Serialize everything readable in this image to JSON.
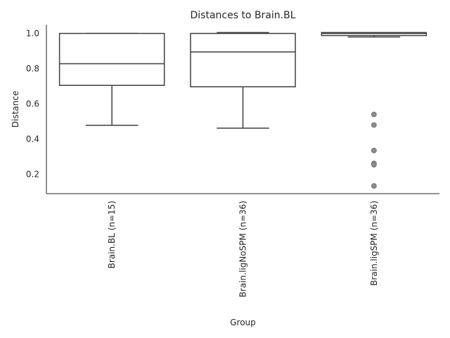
{
  "chart_data": {
    "type": "box",
    "title": "Distances to Brain.BL",
    "xlabel": "Group",
    "ylabel": "Distance",
    "ylim": [
      0.09,
      1.05
    ],
    "yticks": [
      0.2,
      0.4,
      0.6,
      0.8,
      1.0
    ],
    "ytick_labels": [
      "0.2",
      "0.4",
      "0.6",
      "0.8",
      "1.0"
    ],
    "grid": false,
    "categories": [
      "Brain.BL (n=15)",
      "Brain.ligNoSPM (n=36)",
      "Brain.ligSPM (n=36)"
    ],
    "boxes": [
      {
        "q1": 0.705,
        "median": 0.828,
        "q3": 1.0,
        "whisker_low": 0.478,
        "whisker_high": 1.0,
        "outliers": []
      },
      {
        "q1": 0.697,
        "median": 0.895,
        "q3": 1.0,
        "whisker_low": 0.462,
        "whisker_high": 1.005,
        "outliers": []
      },
      {
        "q1": 0.988,
        "median": 1.0,
        "q3": 1.005,
        "whisker_low": 0.98,
        "whisker_high": 1.005,
        "outliers": [
          0.54,
          0.48,
          0.335,
          0.262,
          0.254,
          0.134
        ]
      }
    ],
    "colors": {
      "line": "#3f3f3f",
      "outlier": "#8c8c8c",
      "axis": "#262626"
    }
  }
}
